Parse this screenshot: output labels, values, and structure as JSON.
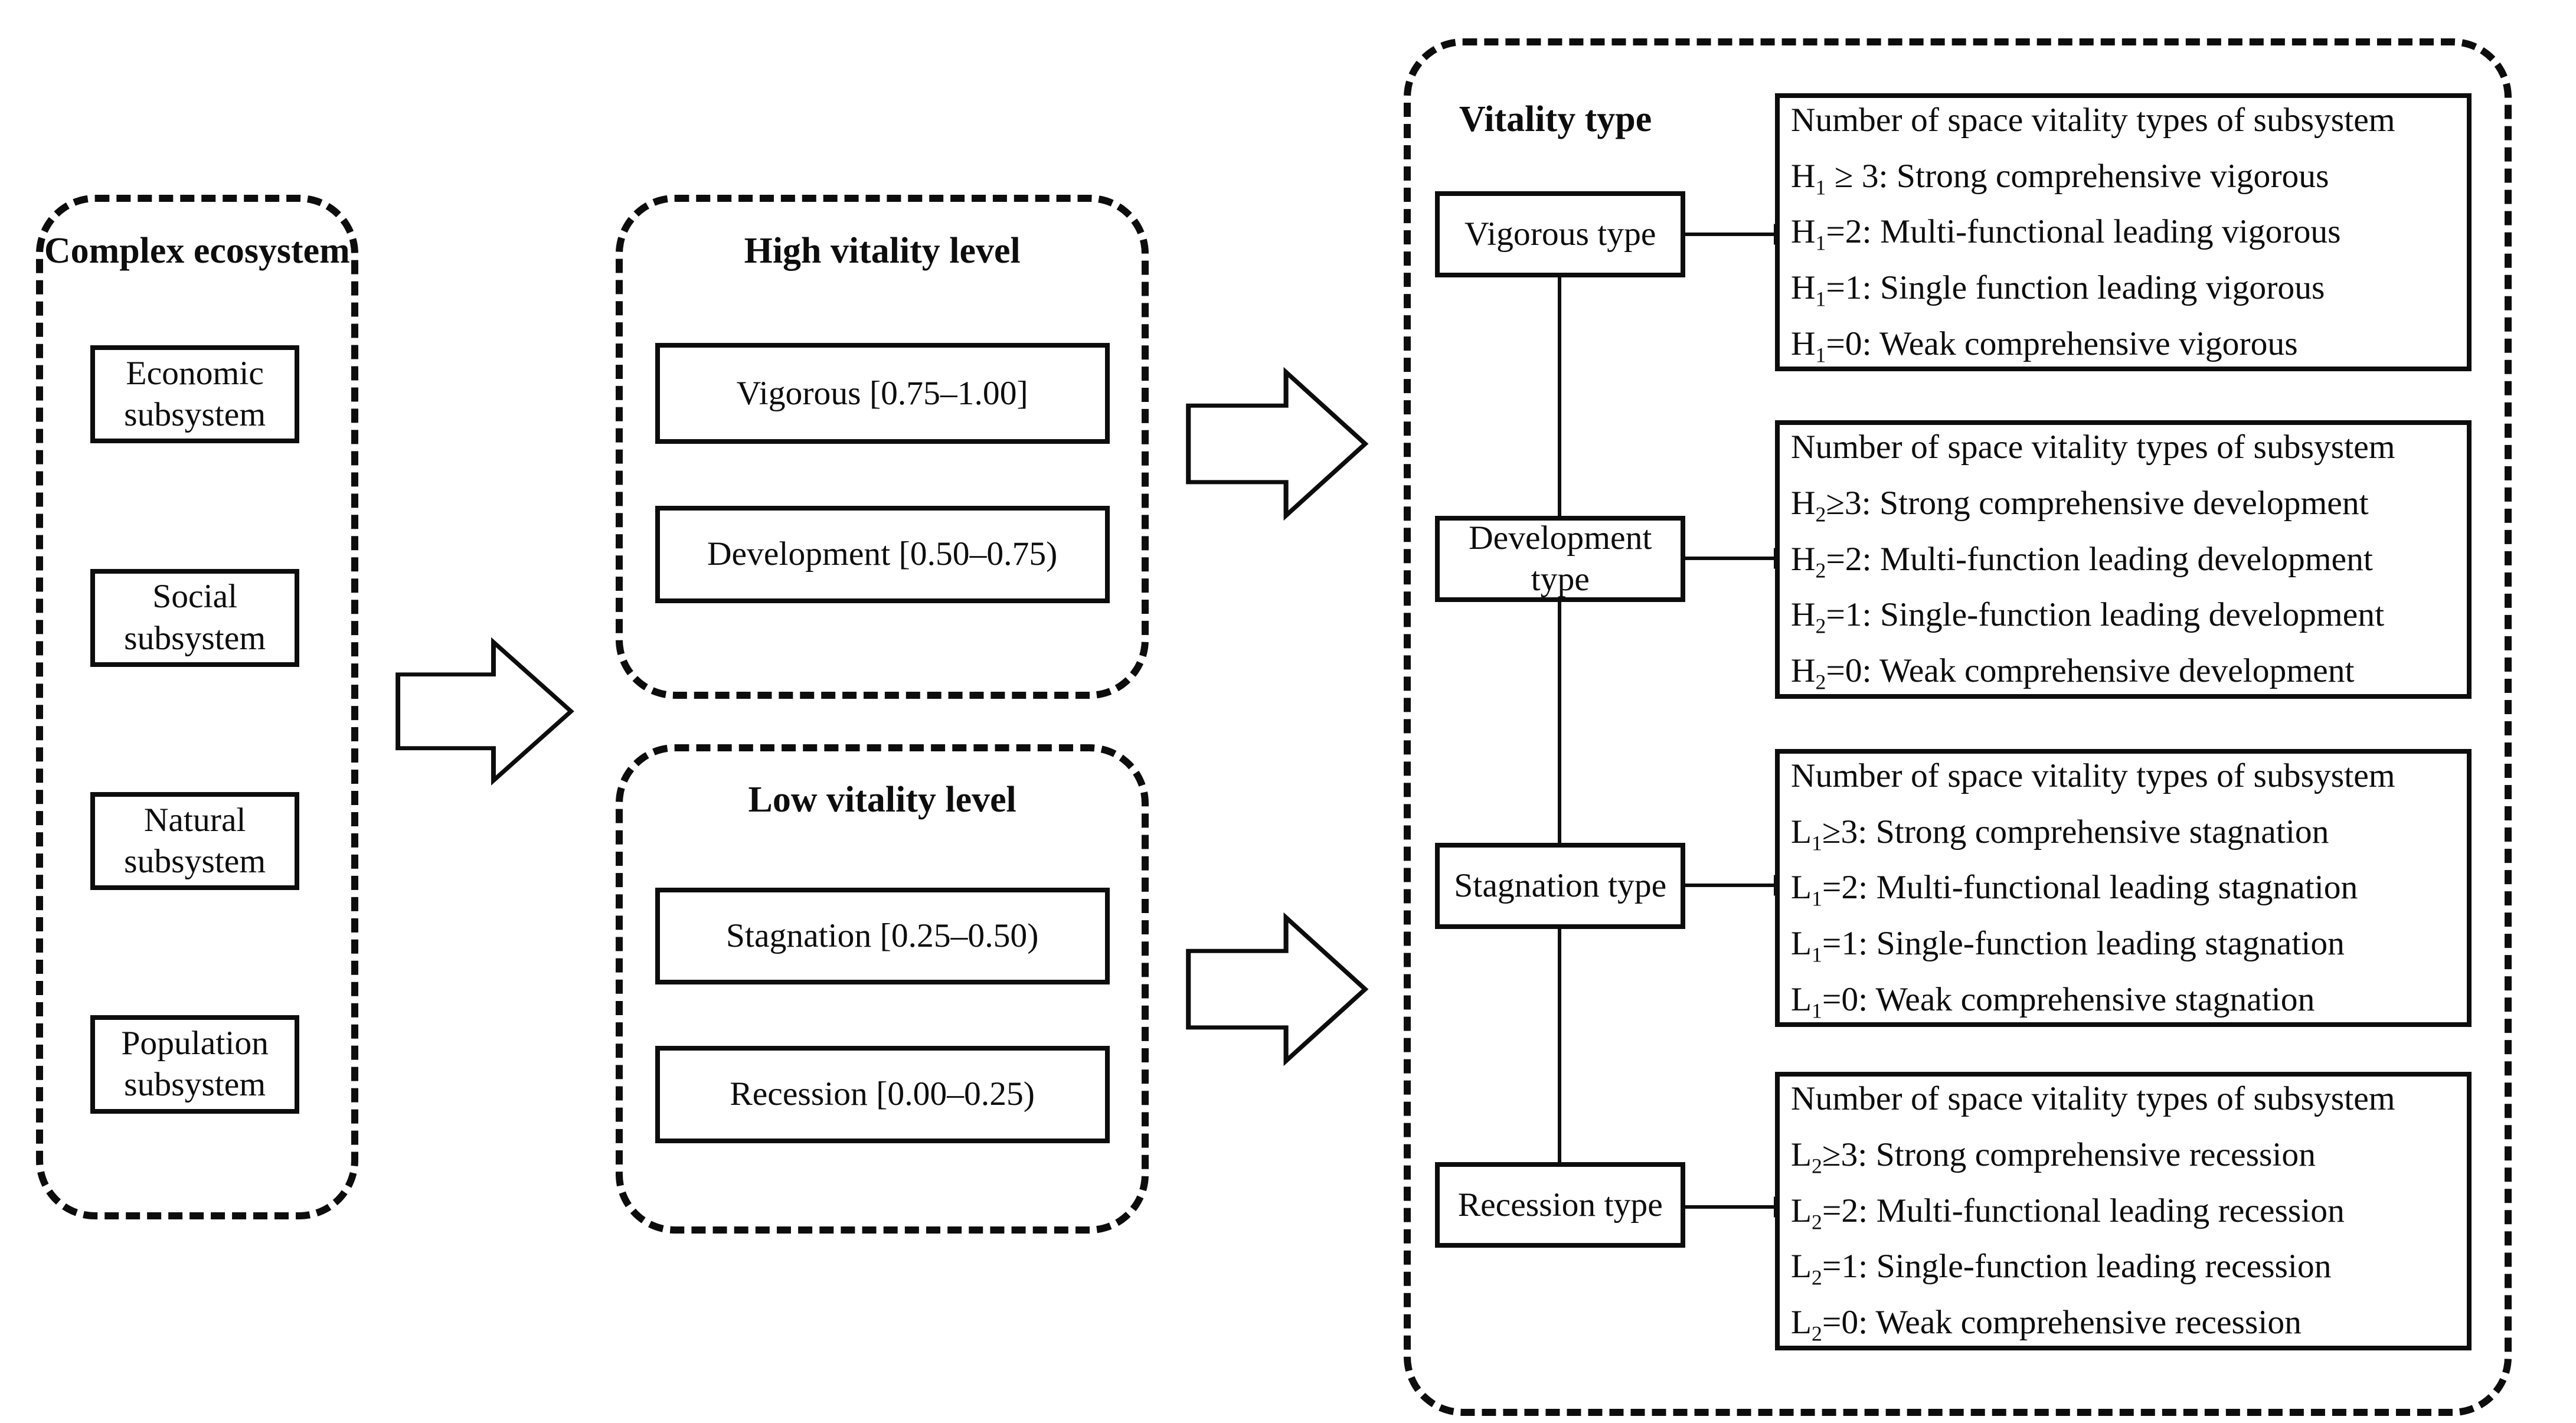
{
  "meta": {
    "ink_color": "#0d0d0d",
    "background_color": "#ffffff"
  },
  "left_panel": {
    "title": "Complex ecosystem",
    "boxes": [
      "Economic subsystem",
      "Social subsystem",
      "Natural subsystem",
      "Population subsystem"
    ]
  },
  "high_panel": {
    "title": "High vitality level",
    "boxes": [
      "Vigorous [0.75–1.00]",
      "Development [0.50–0.75)"
    ]
  },
  "low_panel": {
    "title": "Low vitality level",
    "boxes": [
      "Stagnation [0.25–0.50)",
      "Recession [0.00–0.25)"
    ]
  },
  "right_panel": {
    "title": "Vitality type",
    "types": [
      {
        "label": "Vigorous type",
        "lines": [
          {
            "pre": "Number of space vitality types of subsystem",
            "sub": "",
            "post": ""
          },
          {
            "pre": "H",
            "sub": "1",
            "post": " ≥ 3: Strong comprehensive vigorous"
          },
          {
            "pre": "H",
            "sub": "1",
            "post": "=2: Multi-functional leading vigorous"
          },
          {
            "pre": "H",
            "sub": "1",
            "post": "=1: Single function leading vigorous"
          },
          {
            "pre": "H",
            "sub": "1",
            "post": "=0: Weak comprehensive vigorous"
          }
        ]
      },
      {
        "label": "Development type",
        "lines": [
          {
            "pre": "Number of space vitality types of subsystem",
            "sub": "",
            "post": ""
          },
          {
            "pre": "H",
            "sub": "2",
            "post": "≥3: Strong comprehensive development"
          },
          {
            "pre": "H",
            "sub": "2",
            "post": "=2: Multi-function leading development"
          },
          {
            "pre": "H",
            "sub": "2",
            "post": "=1: Single-function leading development"
          },
          {
            "pre": "H",
            "sub": "2",
            "post": "=0: Weak comprehensive development"
          }
        ]
      },
      {
        "label": "Stagnation type",
        "lines": [
          {
            "pre": "Number of space vitality types of subsystem",
            "sub": "",
            "post": ""
          },
          {
            "pre": "L",
            "sub": "1",
            "post": "≥3: Strong comprehensive stagnation"
          },
          {
            "pre": "L",
            "sub": "1",
            "post": "=2: Multi-functional leading stagnation"
          },
          {
            "pre": "L",
            "sub": "1",
            "post": "=1: Single-function leading stagnation"
          },
          {
            "pre": "L",
            "sub": "1",
            "post": "=0: Weak comprehensive stagnation"
          }
        ]
      },
      {
        "label": "Recession type",
        "lines": [
          {
            "pre": "Number of space vitality types of subsystem",
            "sub": "",
            "post": ""
          },
          {
            "pre": "L",
            "sub": "2",
            "post": "≥3: Strong comprehensive recession"
          },
          {
            "pre": "L",
            "sub": "2",
            "post": "=2: Multi-functional leading recession"
          },
          {
            "pre": "L",
            "sub": "2",
            "post": "=1: Single-function leading recession"
          },
          {
            "pre": "L",
            "sub": "2",
            "post": "=0: Weak comprehensive recession"
          }
        ]
      }
    ]
  }
}
